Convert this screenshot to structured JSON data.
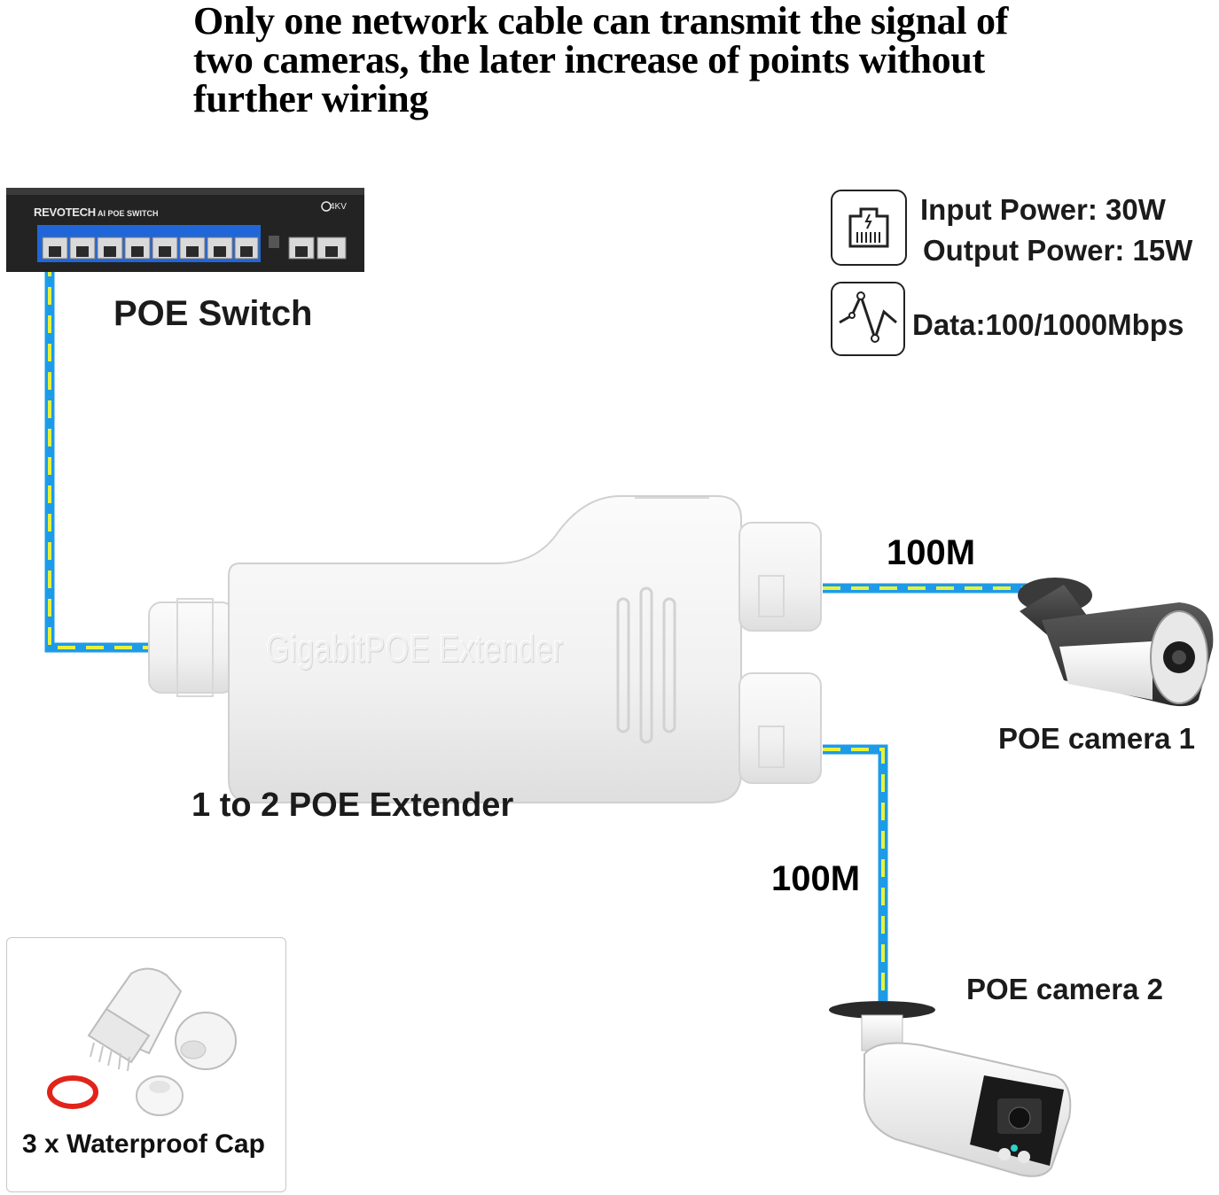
{
  "headline": {
    "line1": "Only one network cable can transmit the signal of",
    "line2": "two cameras,  the later increase of points without",
    "line3": "further wiring"
  },
  "switch": {
    "label": "POE Switch",
    "brand": "REVOTECH",
    "model": "AI POE SWITCH",
    "surge": "4KV"
  },
  "extender": {
    "label": "1 to 2 POE Extender",
    "body_text": "GigabitPOE Extender"
  },
  "specs": {
    "input_power": "Input Power: 30W",
    "output_power": "Output Power: 15W",
    "data": "Data:100/1000Mbps",
    "power_icon": "ethernet-port-icon",
    "data_icon": "signal-wave-icon"
  },
  "links": {
    "speed_cam1": "100M",
    "speed_cam2": "100M",
    "cable_colors": {
      "outer": "#1e9be8",
      "inner": "#e9f23a"
    }
  },
  "cameras": {
    "cam1_label": "POE camera 1",
    "cam2_label": "POE camera 2"
  },
  "accessories": {
    "caps_label": "3 x Waterproof Cap"
  }
}
